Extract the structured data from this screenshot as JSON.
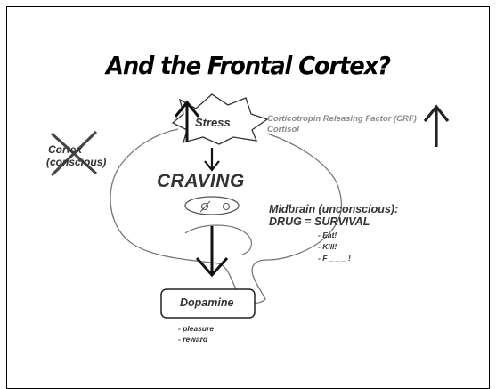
{
  "title": "And the Frontal Cortex?",
  "labels": {
    "stress": "Stress",
    "crf": "Corticotropin Releasing Factor (CRF)",
    "cortisol": "Cortisol",
    "cortex_line1": "Cortex",
    "cortex_line2": "(conscious)",
    "craving": "CRAVING",
    "midbrain": "Midbrain (unconscious):",
    "drug_survival": "DRUG = SURVIVAL",
    "eat": "- Eat!",
    "kill": "- Kill!",
    "f": "- F _ _ _ !",
    "dopamine": "Dopamine",
    "pleasure": "- pleasure",
    "reward": "- reward"
  }
}
